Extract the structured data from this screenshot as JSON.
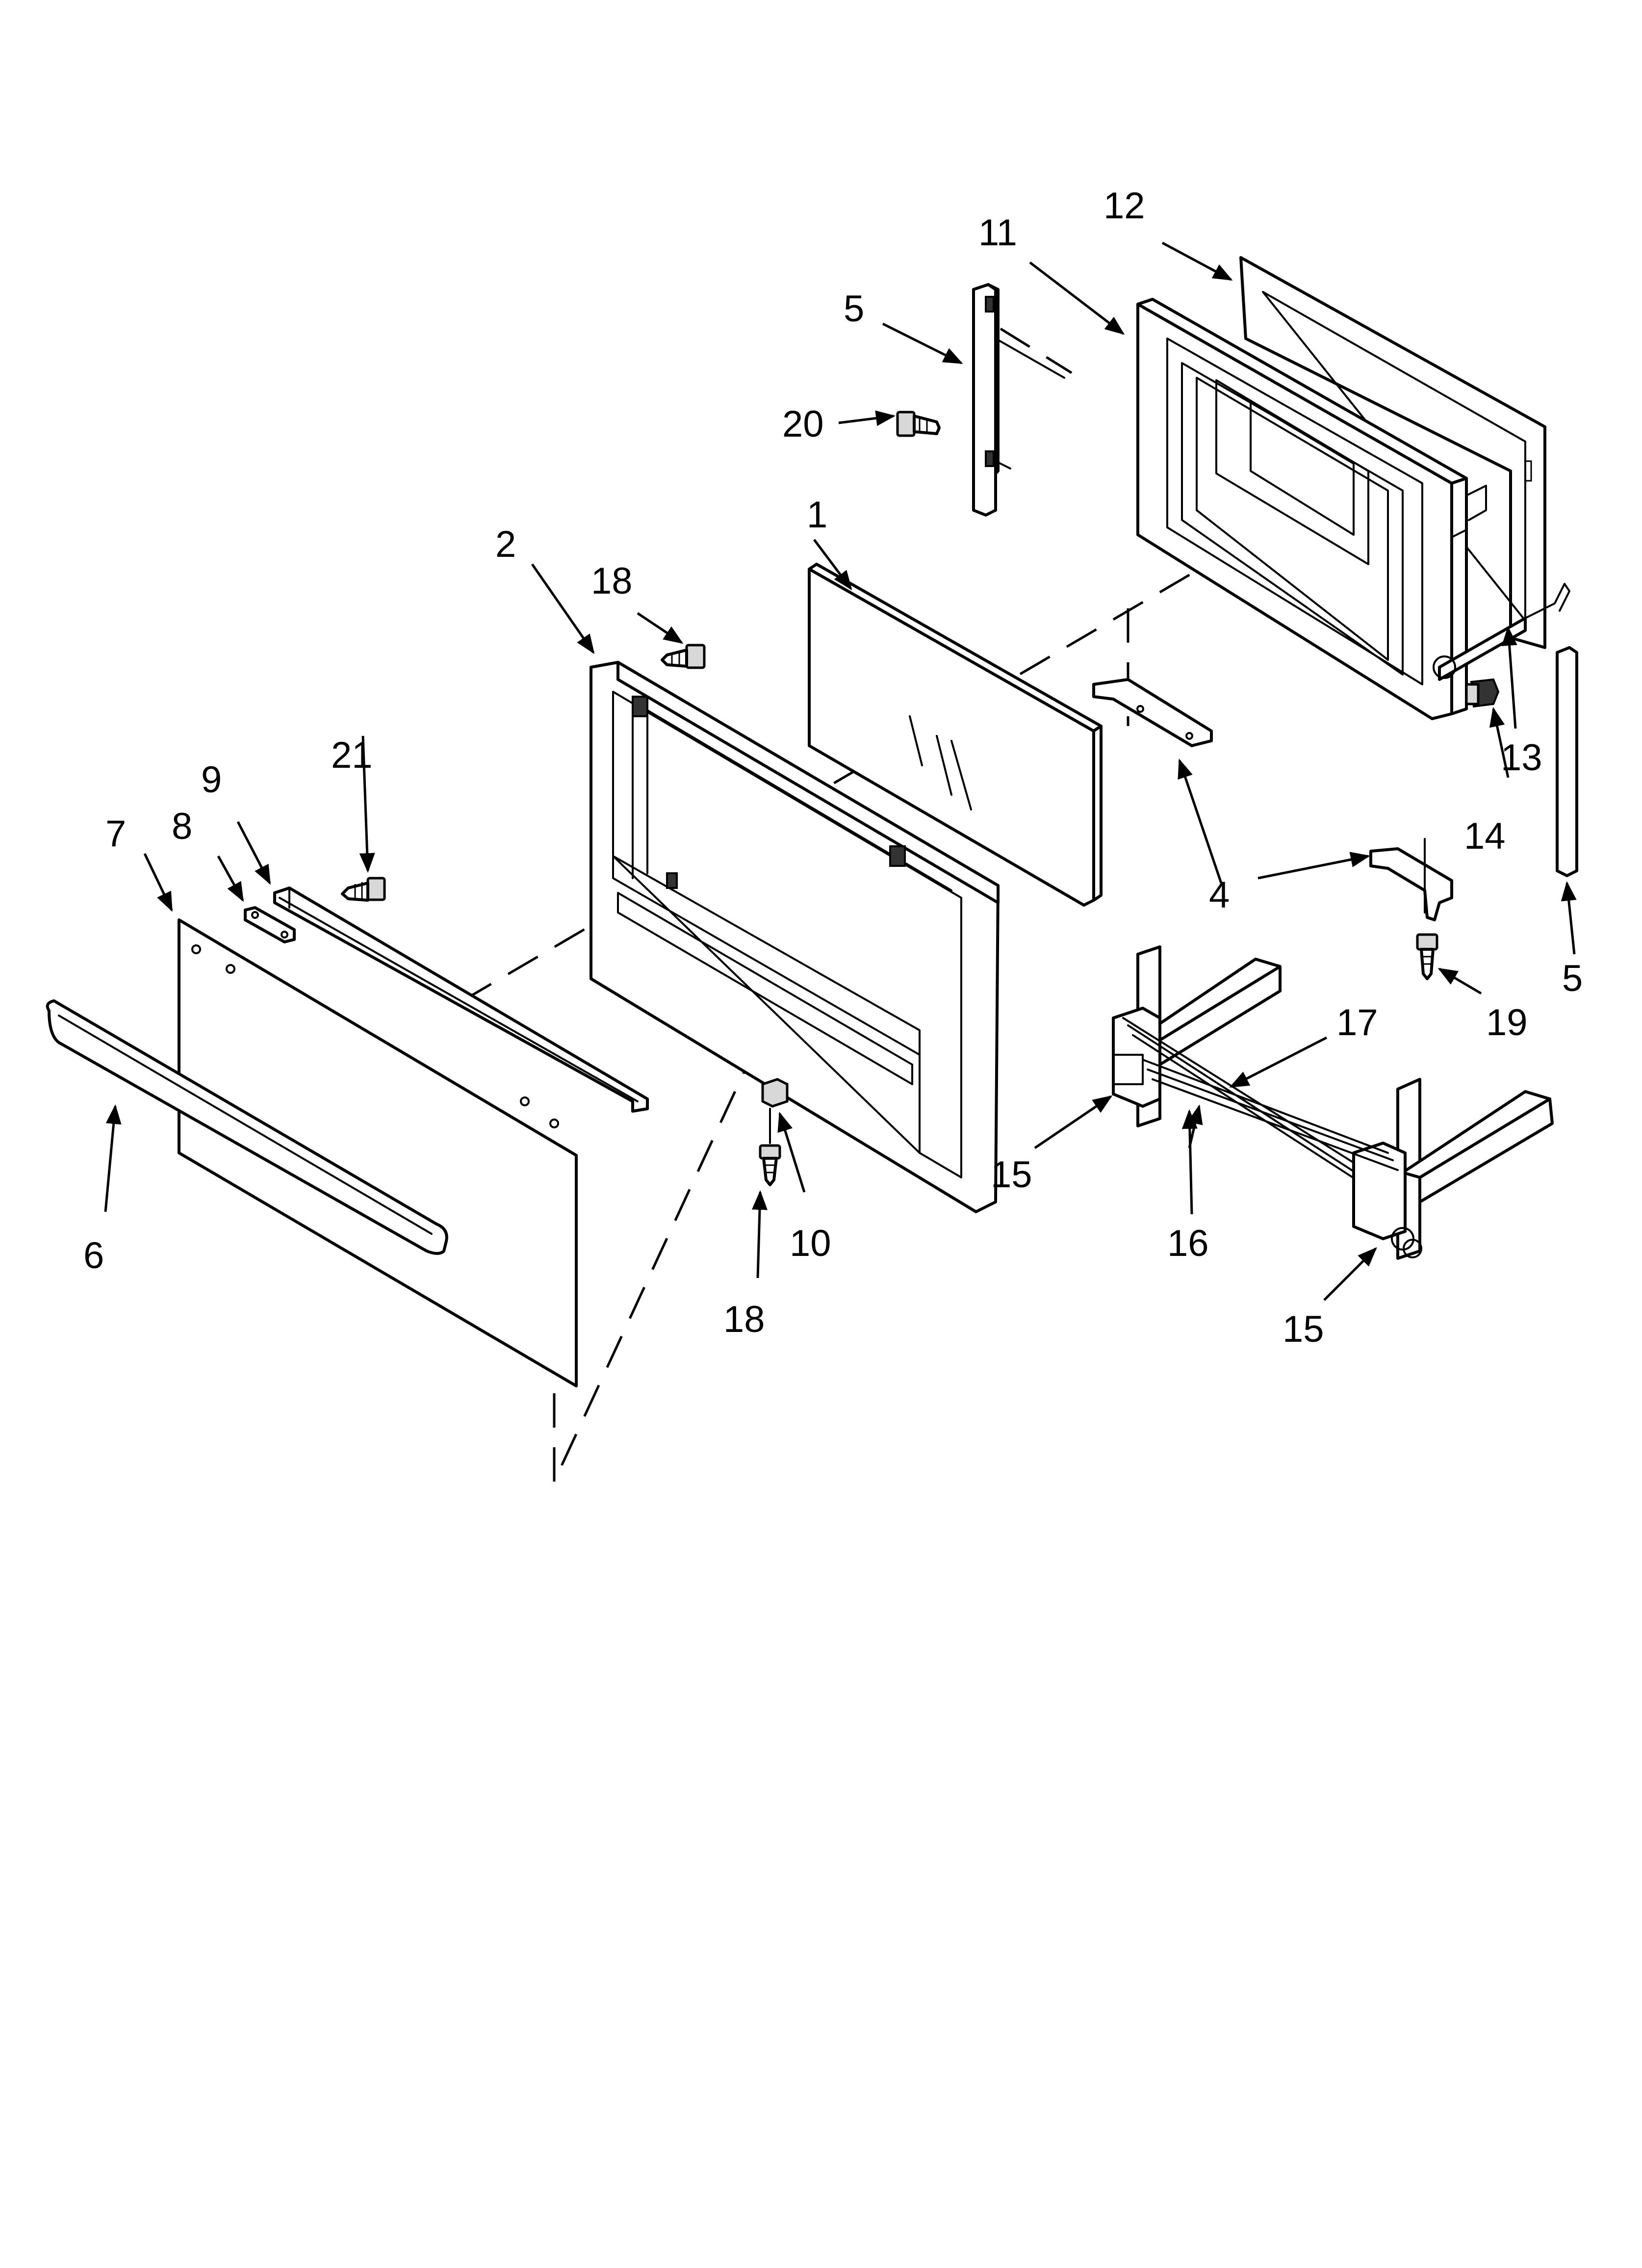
{
  "diagram": {
    "callouts": [
      {
        "id": "c1",
        "text": "1"
      },
      {
        "id": "c2",
        "text": "2"
      },
      {
        "id": "c4",
        "text": "4"
      },
      {
        "id": "c5a",
        "text": "5"
      },
      {
        "id": "c5b",
        "text": "5"
      },
      {
        "id": "c6",
        "text": "6"
      },
      {
        "id": "c7",
        "text": "7"
      },
      {
        "id": "c8",
        "text": "8"
      },
      {
        "id": "c9",
        "text": "9"
      },
      {
        "id": "c10",
        "text": "10"
      },
      {
        "id": "c11",
        "text": "11"
      },
      {
        "id": "c12",
        "text": "12"
      },
      {
        "id": "c13",
        "text": "13"
      },
      {
        "id": "c14",
        "text": "14"
      },
      {
        "id": "c15a",
        "text": "15"
      },
      {
        "id": "c15b",
        "text": "15"
      },
      {
        "id": "c16",
        "text": "16"
      },
      {
        "id": "c17",
        "text": "17"
      },
      {
        "id": "c18a",
        "text": "18"
      },
      {
        "id": "c18b",
        "text": "18"
      },
      {
        "id": "c19",
        "text": "19"
      },
      {
        "id": "c20",
        "text": "20"
      },
      {
        "id": "c21",
        "text": "21"
      }
    ]
  }
}
